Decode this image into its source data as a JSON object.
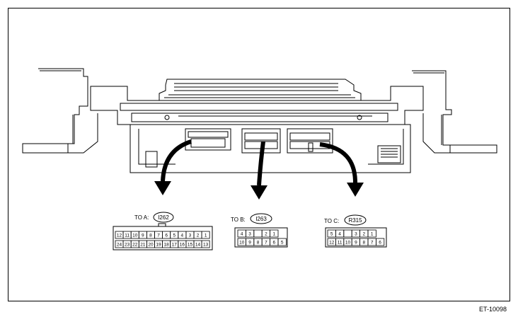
{
  "connectors": [
    {
      "prefix": "TO A:",
      "code": "I262",
      "top_row": [
        "12",
        "11",
        "10",
        "9",
        "8",
        "7",
        "6",
        "5",
        "4",
        "3",
        "2",
        "1"
      ],
      "bottom_row": [
        "24",
        "23",
        "22",
        "21",
        "20",
        "19",
        "18",
        "17",
        "16",
        "15",
        "14",
        "13"
      ]
    },
    {
      "prefix": "TO B:",
      "code": "I263",
      "top_row": [
        "4",
        "3",
        "",
        "2",
        "1"
      ],
      "bottom_row": [
        "10",
        "9",
        "8",
        "7",
        "6",
        "5"
      ]
    },
    {
      "prefix": "TO C:",
      "code": "R315",
      "top_row": [
        "5",
        "4",
        "",
        "3",
        "2",
        "1"
      ],
      "bottom_row": [
        "12",
        "11",
        "10",
        "9",
        "8",
        "7",
        "6"
      ]
    }
  ],
  "figure_code": "ET-10098"
}
